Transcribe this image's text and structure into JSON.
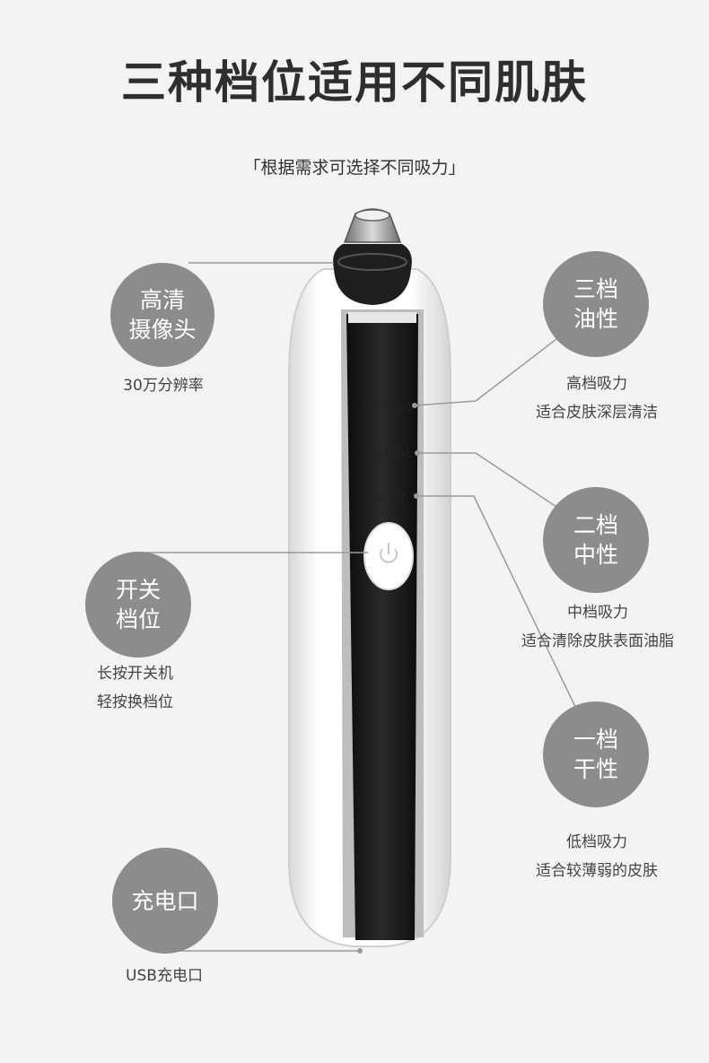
{
  "header": {
    "title": "三种档位适用不同肌肤",
    "subtitle": "「根据需求可选择不同吸力」"
  },
  "device": {
    "modes": [
      "STRONG",
      "NORMAL",
      "SOFT"
    ],
    "body_color": "#ffffff",
    "panel_color": "#1a1a1a"
  },
  "features_left": [
    {
      "circle": [
        "高清",
        "摄像头"
      ],
      "caption": [
        "30万分辨率"
      ]
    },
    {
      "circle": [
        "开关",
        "档位"
      ],
      "caption": [
        "长按开关机",
        "轻按换档位"
      ]
    },
    {
      "circle": [
        "充电口"
      ],
      "caption": [
        "USB充电口"
      ]
    }
  ],
  "features_right": [
    {
      "circle": [
        "三档",
        "油性"
      ],
      "caption": [
        "高档吸力",
        "适合皮肤深层清洁"
      ]
    },
    {
      "circle": [
        "二档",
        "中性"
      ],
      "caption": [
        "中档吸力",
        "适合清除皮肤表面油脂"
      ]
    },
    {
      "circle": [
        "一档",
        "干性"
      ],
      "caption": [
        "低档吸力",
        "适合较薄弱的皮肤"
      ]
    }
  ],
  "colors": {
    "background": "#f3f3f3",
    "circle": "#8c8c8c",
    "line": "#9a9a9a"
  }
}
